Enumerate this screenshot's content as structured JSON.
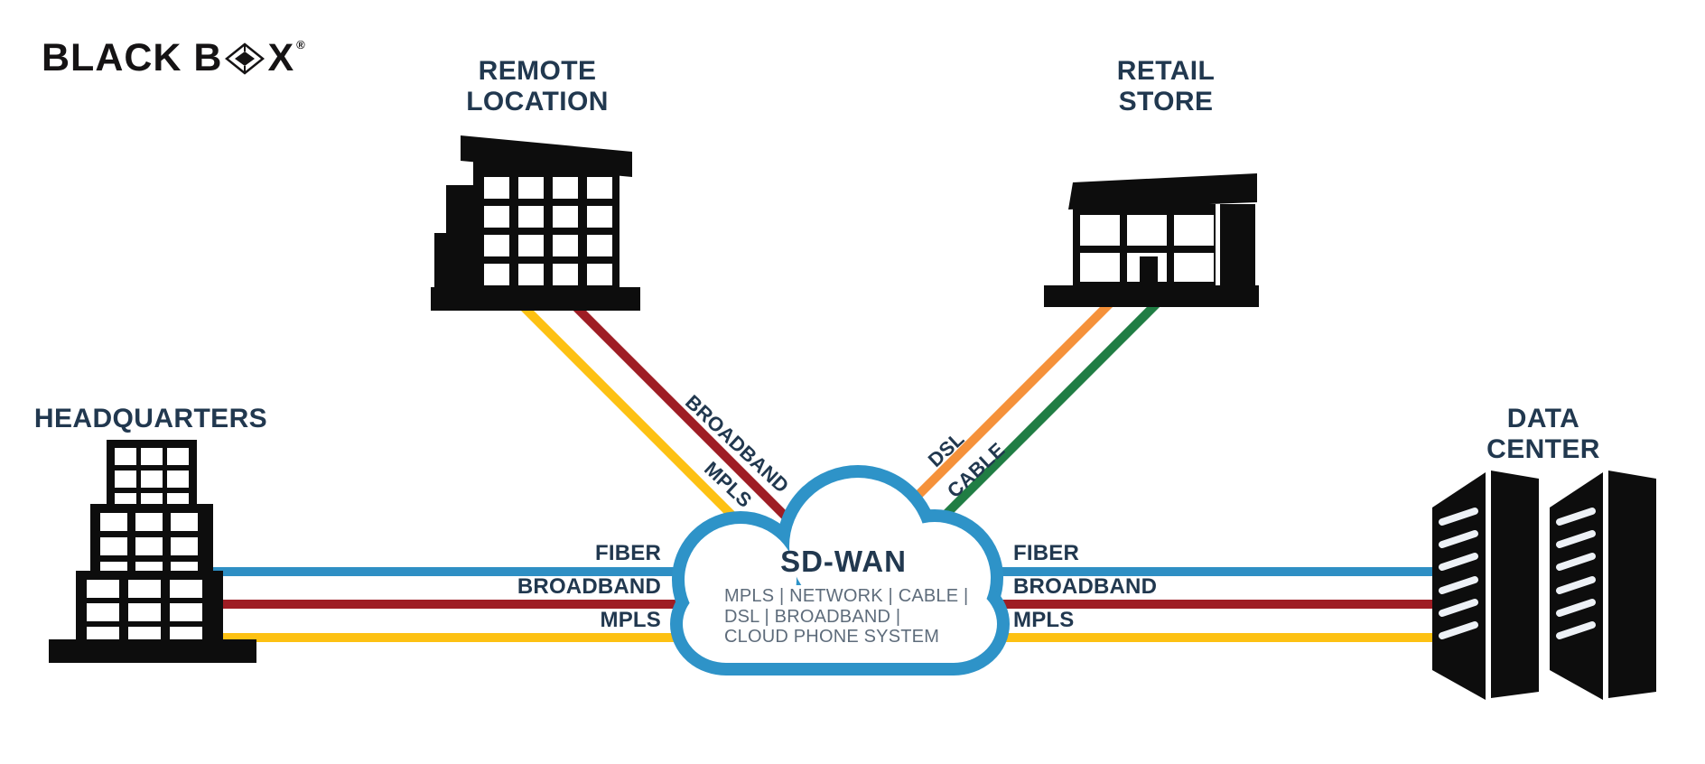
{
  "brand": {
    "logo_text_left": "BLACK B",
    "logo_text_right": "X",
    "registered": "®"
  },
  "colors": {
    "cloud_blue": "#2E93C8",
    "fiber_blue": "#2E8FC4",
    "broadband_red": "#9E1D24",
    "mpls_yellow": "#FDC113",
    "dsl_orange": "#F5913A",
    "cable_green": "#207D44",
    "icon_black": "#0D0D0D",
    "label_navy": "#21384F",
    "desc_gray": "#5E6C7B"
  },
  "nodes": {
    "remote_location": {
      "label_line1": "REMOTE",
      "label_line2": "LOCATION"
    },
    "retail_store": {
      "label_line1": "RETAIL",
      "label_line2": "STORE"
    },
    "headquarters": {
      "label": "HEADQUARTERS"
    },
    "data_center": {
      "label_line1": "DATA",
      "label_line2": "CENTER"
    }
  },
  "cloud": {
    "title": "SD-WAN",
    "services_lines": [
      "MPLS  |  NETWORK  |  CABLE  |",
      "DSL  |  BROADBAND  |",
      "CLOUD PHONE SYSTEM"
    ]
  },
  "connections": {
    "hq_left": [
      {
        "label": "FIBER"
      },
      {
        "label": "BROADBAND"
      },
      {
        "label": "MPLS"
      }
    ],
    "dc_right": [
      {
        "label": "FIBER"
      },
      {
        "label": "BROADBAND"
      },
      {
        "label": "MPLS"
      }
    ],
    "remote": [
      {
        "label": "BROADBAND"
      },
      {
        "label": "MPLS"
      }
    ],
    "retail": [
      {
        "label": "DSL"
      },
      {
        "label": "CABLE"
      }
    ]
  }
}
